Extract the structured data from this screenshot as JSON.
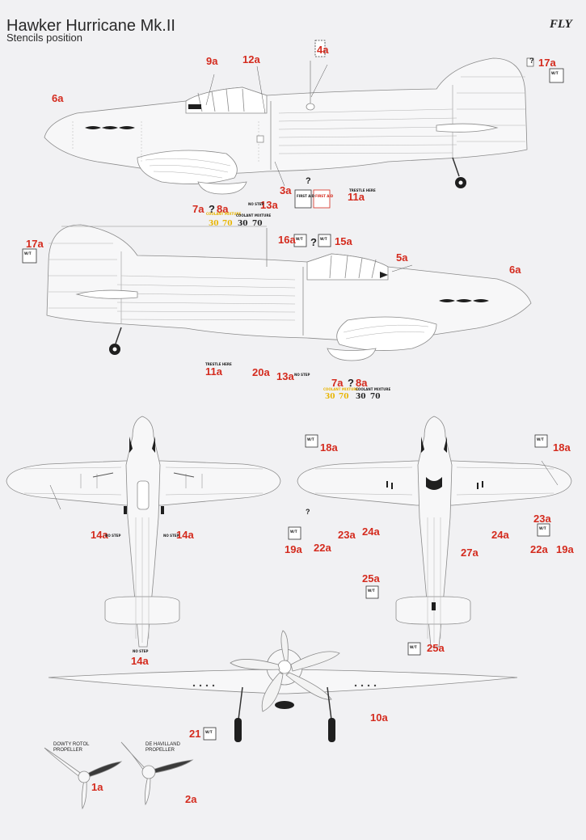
{
  "header": {
    "title": "Hawker Hurricane Mk.II",
    "subtitle": "Stencils position",
    "logo": "FLY"
  },
  "callouts": {
    "c9a": "9a",
    "c12a": "12a",
    "c4a": "4a",
    "c17a_top": "17a",
    "c6a_top": "6a",
    "c3a": "3a",
    "c11a_top": "11a",
    "c7a_top": "7a",
    "c8a_top": "8a",
    "c13a_top": "13a",
    "c16a": "16a",
    "c15a": "15a",
    "c17a_mid": "17a",
    "c5a": "5a",
    "c6a_mid": "6a",
    "c11a_mid": "11a",
    "c20a": "20a",
    "c13a_mid": "13a",
    "c7a_mid": "7a",
    "c8a_mid": "8a",
    "c14a_left": "14a",
    "c14a_right": "14a",
    "c14a_tail": "14a",
    "c18a_left": "18a",
    "c18a_right": "18a",
    "c19a_left": "19a",
    "c22a_left": "22a",
    "c23a_left": "23a",
    "c24a_left": "24a",
    "c27a": "27a",
    "c24a_right": "24a",
    "c23a_right": "23a",
    "c22a_right": "22a",
    "c19a_right": "19a",
    "c25a_top": "25a",
    "c25a_bottom": "25a",
    "c21": "21",
    "c10a": "10a",
    "c1a": "1a",
    "c2a": "2a",
    "q_top": "?",
    "q_3a": "?",
    "q_8a": "?",
    "q_16a": "?",
    "q_8a_mid": "?",
    "q_19a": "?"
  },
  "stencils": {
    "fuel_tank_1": "30",
    "fuel_tank_2": "70",
    "coolant_label": "COOLANT MIXTURE",
    "no_step": "NO STEP",
    "no_step_wing_left": "NO STEP",
    "no_step_wing_right": "NO STEP",
    "no_step_tail": "NO STEP",
    "trestle": "TRESTLE HERE",
    "first_aid": "FIRST AID",
    "wt_mark": "W/T"
  },
  "propellers": {
    "dowty": "DOWTY ROTOL\nPROPELLER",
    "dh": "DE HAVILLAND\nPROPELLER"
  },
  "colors": {
    "callout": "#d42b1e",
    "line": "#8a8a8a",
    "dark": "#1f1f1f",
    "yellow": "#e8b400",
    "red_box": "#d42b1e"
  }
}
